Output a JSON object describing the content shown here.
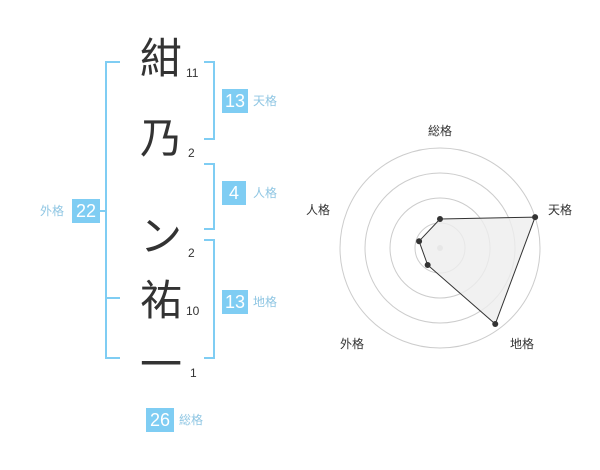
{
  "characters": [
    {
      "char": "紺",
      "strokes": "11"
    },
    {
      "char": "乃",
      "strokes": "2"
    },
    {
      "char": "ン",
      "strokes": "2"
    },
    {
      "char": "祐",
      "strokes": "10"
    },
    {
      "char": "一",
      "strokes": "1"
    }
  ],
  "scores": {
    "tenkaku": {
      "value": "13",
      "label": "天格"
    },
    "jinkaku": {
      "value": "4",
      "label": "人格"
    },
    "chikaku": {
      "value": "13",
      "label": "地格"
    },
    "gaikaku": {
      "value": "22",
      "label": "外格"
    },
    "soukaku": {
      "value": "26",
      "label": "総格"
    }
  },
  "radar": {
    "axes": [
      "総格",
      "天格",
      "地格",
      "外格",
      "人格"
    ],
    "values": [
      0.29,
      1.0,
      0.94,
      0.21,
      0.22
    ],
    "colors": {
      "fill": "#eeeeee",
      "stroke": "#333333",
      "grid": "#cccccc",
      "bracket": "#7fcdf3"
    }
  }
}
